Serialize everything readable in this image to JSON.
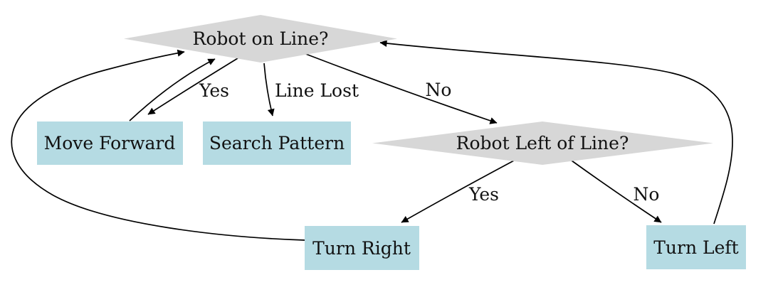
{
  "diagram": {
    "type": "flowchart",
    "background": "#ffffff",
    "colors": {
      "decision_fill": "#d7d7d7",
      "process_fill": "#b5dbe3",
      "edge_stroke": "#000000",
      "text": "#111111"
    },
    "nodes": [
      {
        "id": "robot_on_line",
        "type": "decision",
        "label": "Robot on Line?"
      },
      {
        "id": "move_forward",
        "type": "process",
        "label": "Move Forward"
      },
      {
        "id": "search_pattern",
        "type": "process",
        "label": "Search Pattern"
      },
      {
        "id": "robot_left_of_line",
        "type": "decision",
        "label": "Robot Left of Line?"
      },
      {
        "id": "turn_right",
        "type": "process",
        "label": "Turn Right"
      },
      {
        "id": "turn_left",
        "type": "process",
        "label": "Turn Left"
      }
    ],
    "edges": [
      {
        "from": "robot_on_line",
        "to": "move_forward",
        "label": "Yes"
      },
      {
        "from": "robot_on_line",
        "to": "search_pattern",
        "label": "Line Lost"
      },
      {
        "from": "robot_on_line",
        "to": "robot_left_of_line",
        "label": "No"
      },
      {
        "from": "robot_left_of_line",
        "to": "turn_right",
        "label": "Yes"
      },
      {
        "from": "robot_left_of_line",
        "to": "turn_left",
        "label": "No"
      },
      {
        "from": "move_forward",
        "to": "robot_on_line",
        "label": ""
      },
      {
        "from": "turn_right",
        "to": "robot_on_line",
        "label": ""
      },
      {
        "from": "turn_left",
        "to": "robot_on_line",
        "label": ""
      }
    ]
  }
}
